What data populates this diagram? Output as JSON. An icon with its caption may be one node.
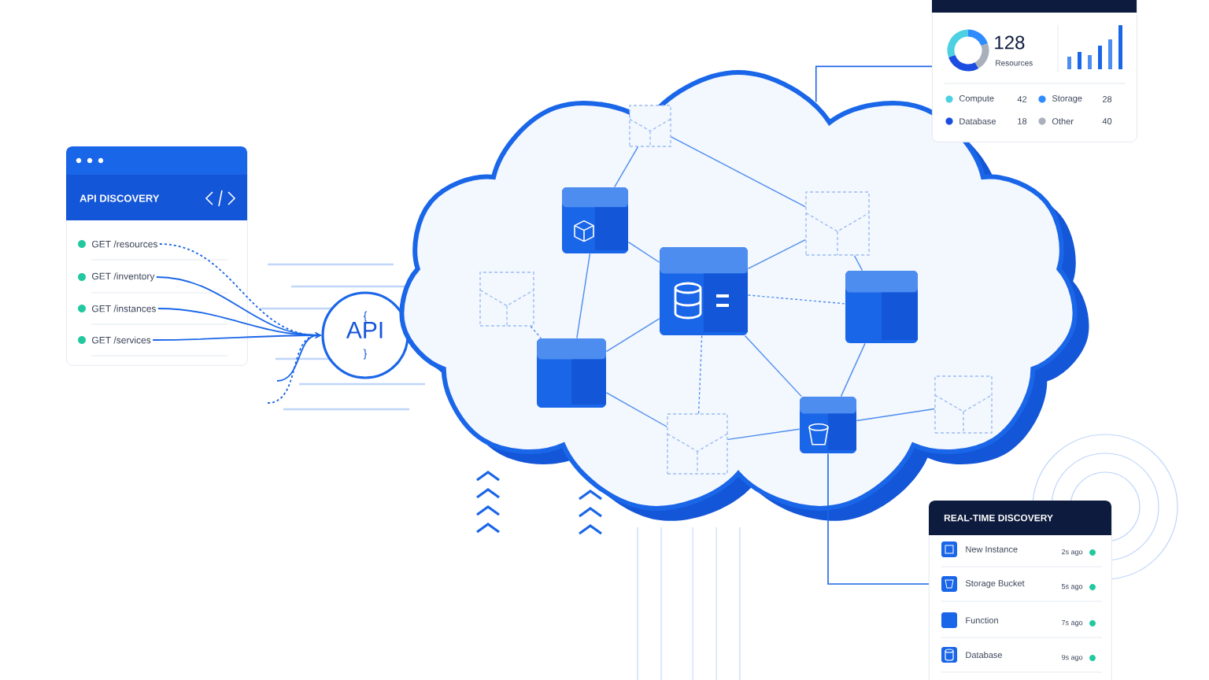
{
  "diagram": {
    "nodes": [
      {
        "text": [
          "API DISCOVERY"
        ]
      },
      {
        "text": [
          "GET /resources"
        ],
        "in": 0
      },
      {
        "text": [
          "GET /inventory"
        ],
        "in": 0
      },
      {
        "text": [
          "GET /instances"
        ],
        "in": 0
      },
      {
        "text": [
          "GET /services"
        ],
        "in": 0
      },
      {
        "text": [
          "{",
          "API",
          "}"
        ]
      },
      {
        "text": [],
        "shape": "cloud"
      },
      {
        "text": [],
        "shape": "box",
        "in": 6
      },
      {
        "text": [],
        "shape": "box",
        "in": 6
      },
      {
        "text": [],
        "shape": "box",
        "in": 6
      },
      {
        "text": [],
        "shape": "box",
        "in": 6
      },
      {
        "text": [],
        "shape": "box",
        "in": 6
      },
      {
        "text": [],
        "shape": "box",
        "in": 6
      },
      {
        "text": [],
        "shape": "box",
        "in": 6
      },
      {
        "text": [],
        "shape": "box",
        "in": 6
      },
      {
        "text": [],
        "shape": "box",
        "in": 6
      },
      {
        "text": [],
        "shape": "box",
        "in": 6
      },
      {
        "text": [
          "128",
          "Resources"
        ]
      },
      {
        "text": [
          "REAL-TIME DISCOVERY"
        ]
      },
      {
        "text": [
          "New Instance"
        ],
        "in": 18
      },
      {
        "text": [
          "Storage Bucket"
        ],
        "in": 18
      },
      {
        "text": [
          "Function"
        ],
        "in": 18
      },
      {
        "text": [
          "Database"
        ],
        "in": 18
      }
    ],
    "edges": [
      {
        "from": 1,
        "to": 5,
        "arrow": "to",
        "style": "dashed"
      },
      {
        "from": 2,
        "to": 5,
        "arrow": "to"
      },
      {
        "from": 3,
        "to": 5,
        "arrow": "to"
      },
      {
        "from": 4,
        "to": 5,
        "arrow": "to"
      },
      {
        "from": null,
        "to": 5,
        "arrow": "to"
      },
      {
        "from": null,
        "to": 5,
        "arrow": "to",
        "style": "dashed"
      },
      {
        "from": 11,
        "to": 8,
        "arrow": "none"
      },
      {
        "from": 11,
        "to": 9,
        "arrow": "none"
      },
      {
        "from": 11,
        "to": 12,
        "arrow": "none",
        "style": "dashed"
      },
      {
        "from": 11,
        "to": 13,
        "arrow": "none"
      },
      {
        "from": 11,
        "to": 14,
        "arrow": "none",
        "style": "dashed"
      },
      {
        "from": 11,
        "to": 15,
        "arrow": "none"
      },
      {
        "from": 8,
        "to": 7,
        "arrow": "none"
      },
      {
        "from": 7,
        "to": 9,
        "arrow": "none"
      },
      {
        "from": 8,
        "to": 13,
        "arrow": "none"
      },
      {
        "from": 10,
        "to": 13,
        "arrow": "none",
        "style": "dashed"
      },
      {
        "from": 13,
        "to": 14,
        "arrow": "none"
      },
      {
        "from": 14,
        "to": 15,
        "arrow": "none"
      },
      {
        "from": 15,
        "to": 12,
        "arrow": "none"
      },
      {
        "from": 15,
        "to": 16,
        "arrow": "none"
      },
      {
        "from": 12,
        "to": 9,
        "arrow": "none"
      },
      {
        "from": 6,
        "to": 17,
        "arrow": "none"
      },
      {
        "from": 15,
        "to": 18,
        "arrow": "none"
      }
    ],
    "labels": [
      "42",
      "28",
      "18",
      "40",
      "2s ago",
      "5s ago",
      "7s ago",
      "9s ago"
    ],
    "legend": [
      {
        "text": "Compute",
        "color": "#4dd0e1"
      },
      {
        "text": "Storage",
        "color": "#2f8cff"
      },
      {
        "text": "Database",
        "color": "#1a4de0"
      },
      {
        "text": "Other",
        "color": "#a9b0bc"
      }
    ]
  }
}
